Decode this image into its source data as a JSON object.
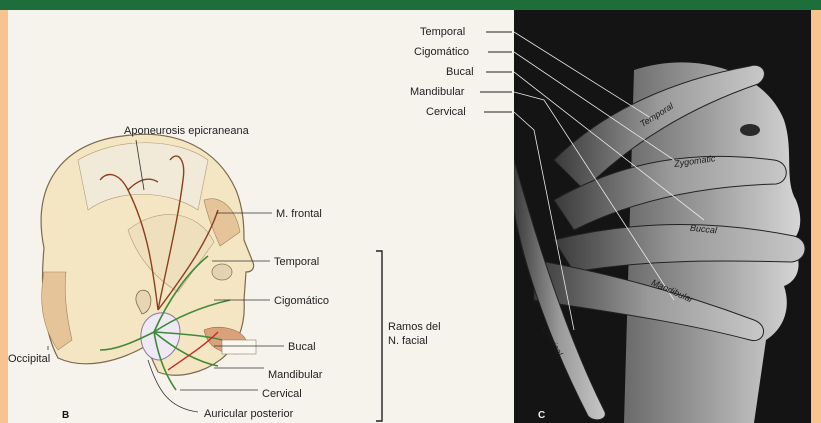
{
  "panel_b": {
    "letter": "B",
    "labels": {
      "aponeurosis": "Aponeurosis epicraneana",
      "frontal": "M. frontal",
      "temporal": "Temporal",
      "cigomatico": "Cigomático",
      "occipital": "Occipital",
      "bucal": "Bucal",
      "mandibular": "Mandibular",
      "cervical": "Cervical",
      "auricular": "Auricular posterior",
      "ramos_line1": "Ramos del",
      "ramos_line2": "N. facial"
    }
  },
  "panel_c": {
    "letter": "C",
    "labels": {
      "temporal": "Temporal",
      "cigomatico": "Cigomático",
      "bucal": "Bucal",
      "mandibular": "Mandibular",
      "cervical": "Cervical"
    },
    "hand_labels": {
      "temporal": "Temporal",
      "zygomatic": "Zygomatic",
      "buccal": "Buccal",
      "mandibular": "Mandibular",
      "cervical": "Cervical"
    }
  },
  "colors": {
    "frame_green": "#1e6e3c",
    "frame_orange": "#f5c28d",
    "photo_bg": "#141414"
  }
}
